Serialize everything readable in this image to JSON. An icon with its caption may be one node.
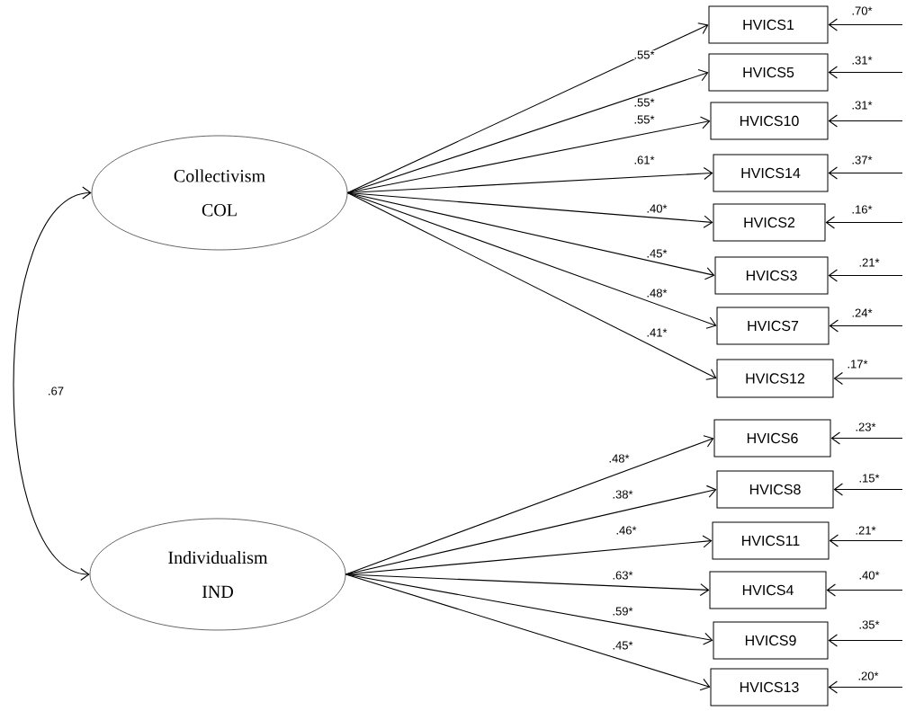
{
  "diagram": {
    "nodes": [
      {
        "text": [
          "Collectivism",
          "COL"
        ]
      },
      {
        "text": [
          "Individualism",
          "IND"
        ]
      },
      {
        "text": [
          "HVICS1"
        ]
      },
      {
        "text": [
          "HVICS5"
        ]
      },
      {
        "text": [
          "HVICS10"
        ]
      },
      {
        "text": [
          "HVICS14"
        ]
      },
      {
        "text": [
          "HVICS2"
        ]
      },
      {
        "text": [
          "HVICS3"
        ]
      },
      {
        "text": [
          "HVICS7"
        ]
      },
      {
        "text": [
          "HVICS12"
        ]
      },
      {
        "text": [
          "HVICS6"
        ]
      },
      {
        "text": [
          "HVICS8"
        ]
      },
      {
        "text": [
          "HVICS11"
        ]
      },
      {
        "text": [
          "HVICS4"
        ]
      },
      {
        "text": [
          "HVICS9"
        ]
      },
      {
        "text": [
          "HVICS13"
        ]
      }
    ],
    "edges": [
      {
        "from": 0,
        "to": 1,
        "arrow": "both",
        "label": ".67"
      },
      {
        "from": 0,
        "to": 2,
        "arrow": "to",
        "label": ".55*"
      },
      {
        "from": 0,
        "to": 3,
        "arrow": "to",
        "label": ".55*"
      },
      {
        "from": 0,
        "to": 4,
        "arrow": "to",
        "label": ".55*"
      },
      {
        "from": 0,
        "to": 5,
        "arrow": "to",
        "label": ".61*"
      },
      {
        "from": 0,
        "to": 6,
        "arrow": "to",
        "label": ".40*"
      },
      {
        "from": 0,
        "to": 7,
        "arrow": "to",
        "label": ".45*"
      },
      {
        "from": 0,
        "to": 8,
        "arrow": "to",
        "label": ".48*"
      },
      {
        "from": 0,
        "to": 9,
        "arrow": "to",
        "label": ".41*"
      },
      {
        "from": 1,
        "to": 10,
        "arrow": "to",
        "label": ".48*"
      },
      {
        "from": 1,
        "to": 11,
        "arrow": "to",
        "label": ".38*"
      },
      {
        "from": 1,
        "to": 12,
        "arrow": "to",
        "label": ".46*"
      },
      {
        "from": 1,
        "to": 13,
        "arrow": "to",
        "label": ".63*"
      },
      {
        "from": 1,
        "to": 14,
        "arrow": "to",
        "label": ".59*"
      },
      {
        "from": 1,
        "to": 15,
        "arrow": "to",
        "label": ".45*"
      },
      {
        "from": null,
        "to": 2,
        "arrow": "to",
        "label": ".70*"
      },
      {
        "from": null,
        "to": 3,
        "arrow": "to",
        "label": ".31*"
      },
      {
        "from": null,
        "to": 4,
        "arrow": "to",
        "label": ".31*"
      },
      {
        "from": null,
        "to": 5,
        "arrow": "to",
        "label": ".37*"
      },
      {
        "from": null,
        "to": 6,
        "arrow": "to",
        "label": ".16*"
      },
      {
        "from": null,
        "to": 7,
        "arrow": "to",
        "label": ".21*"
      },
      {
        "from": null,
        "to": 8,
        "arrow": "to",
        "label": ".24*"
      },
      {
        "from": null,
        "to": 9,
        "arrow": "to",
        "label": ".17*"
      },
      {
        "from": null,
        "to": 10,
        "arrow": "to",
        "label": ".23*"
      },
      {
        "from": null,
        "to": 11,
        "arrow": "to",
        "label": ".15*"
      },
      {
        "from": null,
        "to": 12,
        "arrow": "to",
        "label": ".21*"
      },
      {
        "from": null,
        "to": 13,
        "arrow": "to",
        "label": ".40*"
      },
      {
        "from": null,
        "to": 14,
        "arrow": "to",
        "label": ".35*"
      },
      {
        "from": null,
        "to": 15,
        "arrow": "to",
        "label": ".20*"
      }
    ]
  }
}
